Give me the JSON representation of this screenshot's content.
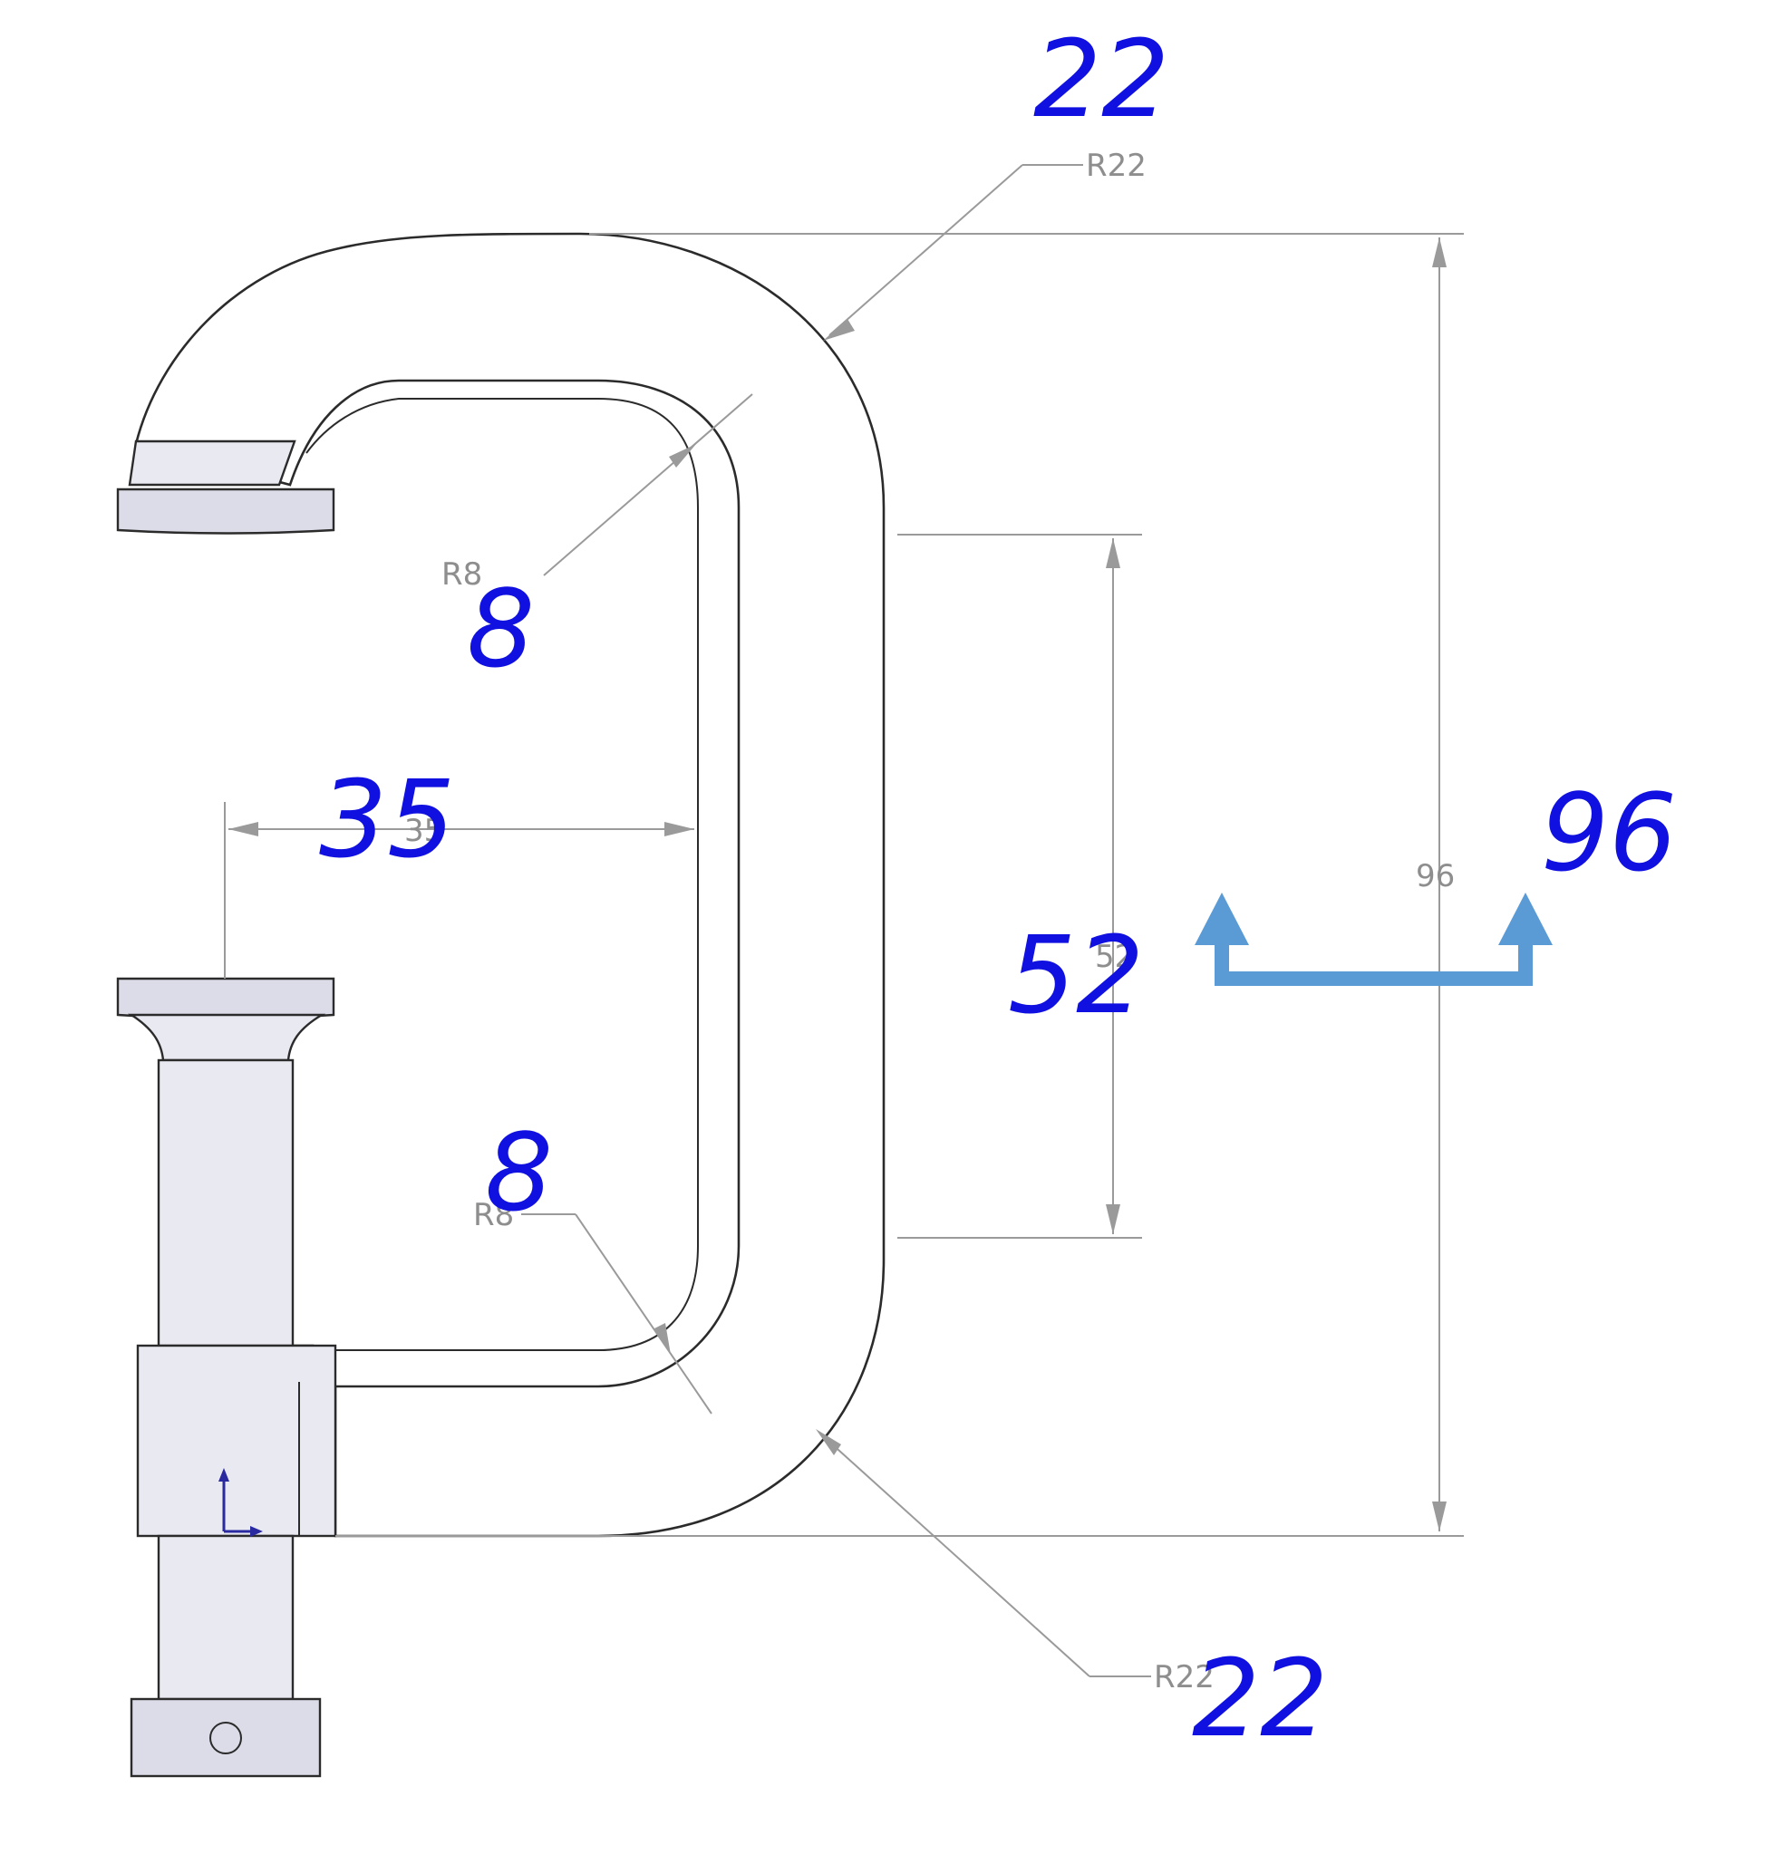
{
  "drawing": {
    "dimensions": {
      "outer_radius_top": "R22",
      "inner_radius_top": "R8",
      "horizontal_gap": "35",
      "inner_radius_bottom": "R8",
      "inner_height": "52",
      "overall_height": "96",
      "outer_radius_bottom": "R22"
    },
    "handwritten": {
      "top_radius": "22",
      "upper_inner_radius": "8",
      "gap": "35",
      "lower_inner_radius": "8",
      "inner_height": "52",
      "overall_height": "96",
      "bottom_radius": "22"
    },
    "annotation_color": "#5b9bd5",
    "handwriting_color": "#1010e0",
    "triad_labels": {
      "y": "↑",
      "x": "→"
    }
  }
}
